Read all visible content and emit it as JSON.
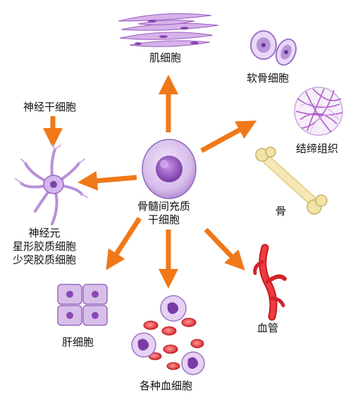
{
  "diagram": {
    "center": {
      "line1": "骨髓间充质",
      "line2": "干细胞"
    },
    "nodes": {
      "muscle": "肌细胞",
      "cartilage": "软骨细胞",
      "connective": "结缔组织",
      "bone": "骨",
      "vessel": "血管",
      "blood": "各种血细胞",
      "liver": "肝细胞",
      "neural_line1": "神经元",
      "neural_line2": "星形胶质细胞",
      "neural_line3": "少突胶质细胞",
      "neural_stem": "神经干细胞"
    },
    "colors": {
      "arrow": "#f07818",
      "cell_purple": "#c9a6e0",
      "nucleus": "#9a5cc0",
      "bone": "#f0e2a0",
      "vessel": "#e0282c",
      "blood_red": "#e23a3a",
      "fiber": "#b05cc8"
    }
  }
}
